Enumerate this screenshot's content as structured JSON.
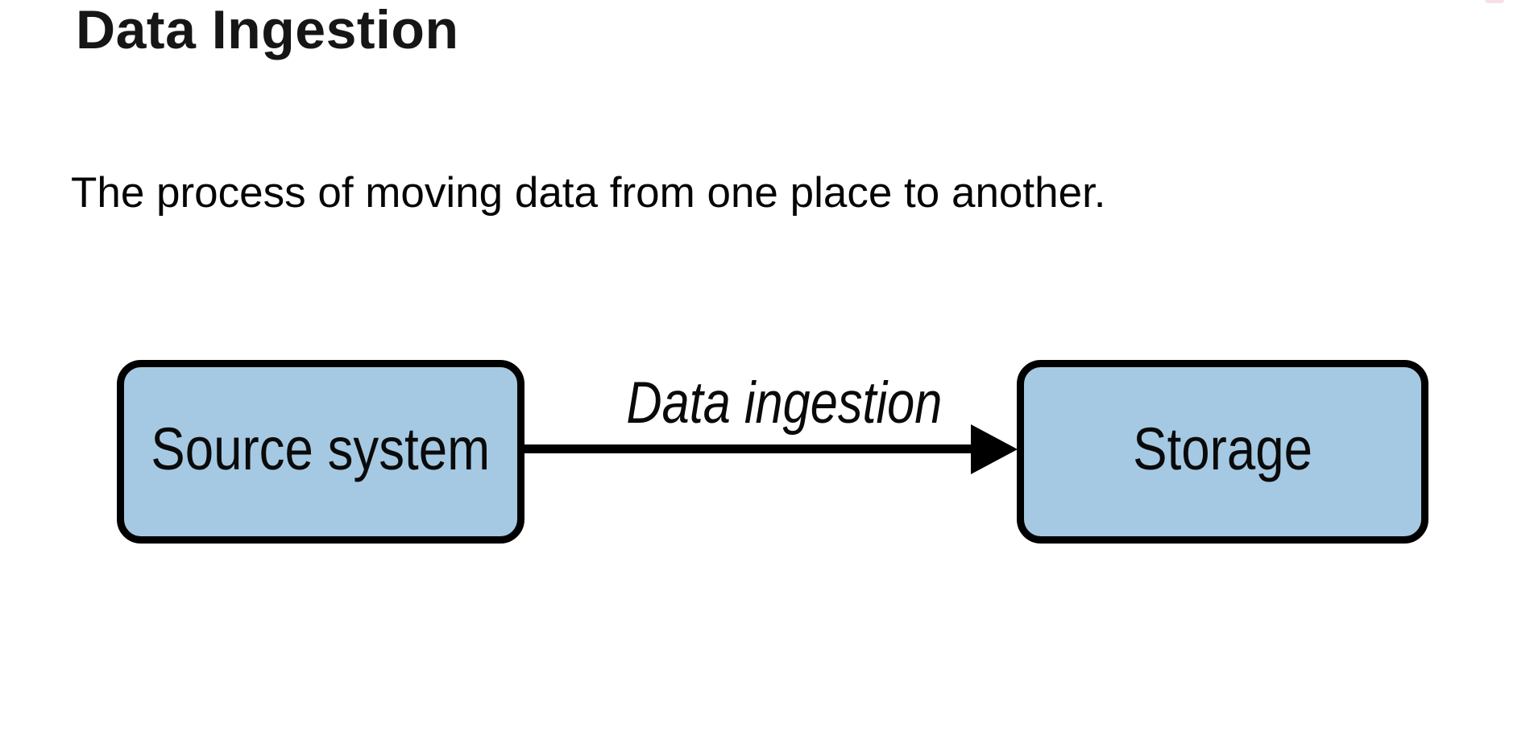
{
  "page": {
    "title_heading": "Data Ingestion",
    "description": "The process of moving data from one place to another."
  },
  "diagram": {
    "nodes": [
      {
        "id": "source-system",
        "label": "Source system"
      },
      {
        "id": "storage",
        "label": "Storage"
      }
    ],
    "edge": {
      "label": "Data ingestion",
      "from": "source-system",
      "to": "storage",
      "direction": "right"
    },
    "colors": {
      "node_fill": "#a5c9e3",
      "node_border": "#000000",
      "arrow": "#000000",
      "text": "#0a0a0a"
    }
  },
  "decorations": {
    "top_edge_smudge_color": "#f8dfe7"
  }
}
